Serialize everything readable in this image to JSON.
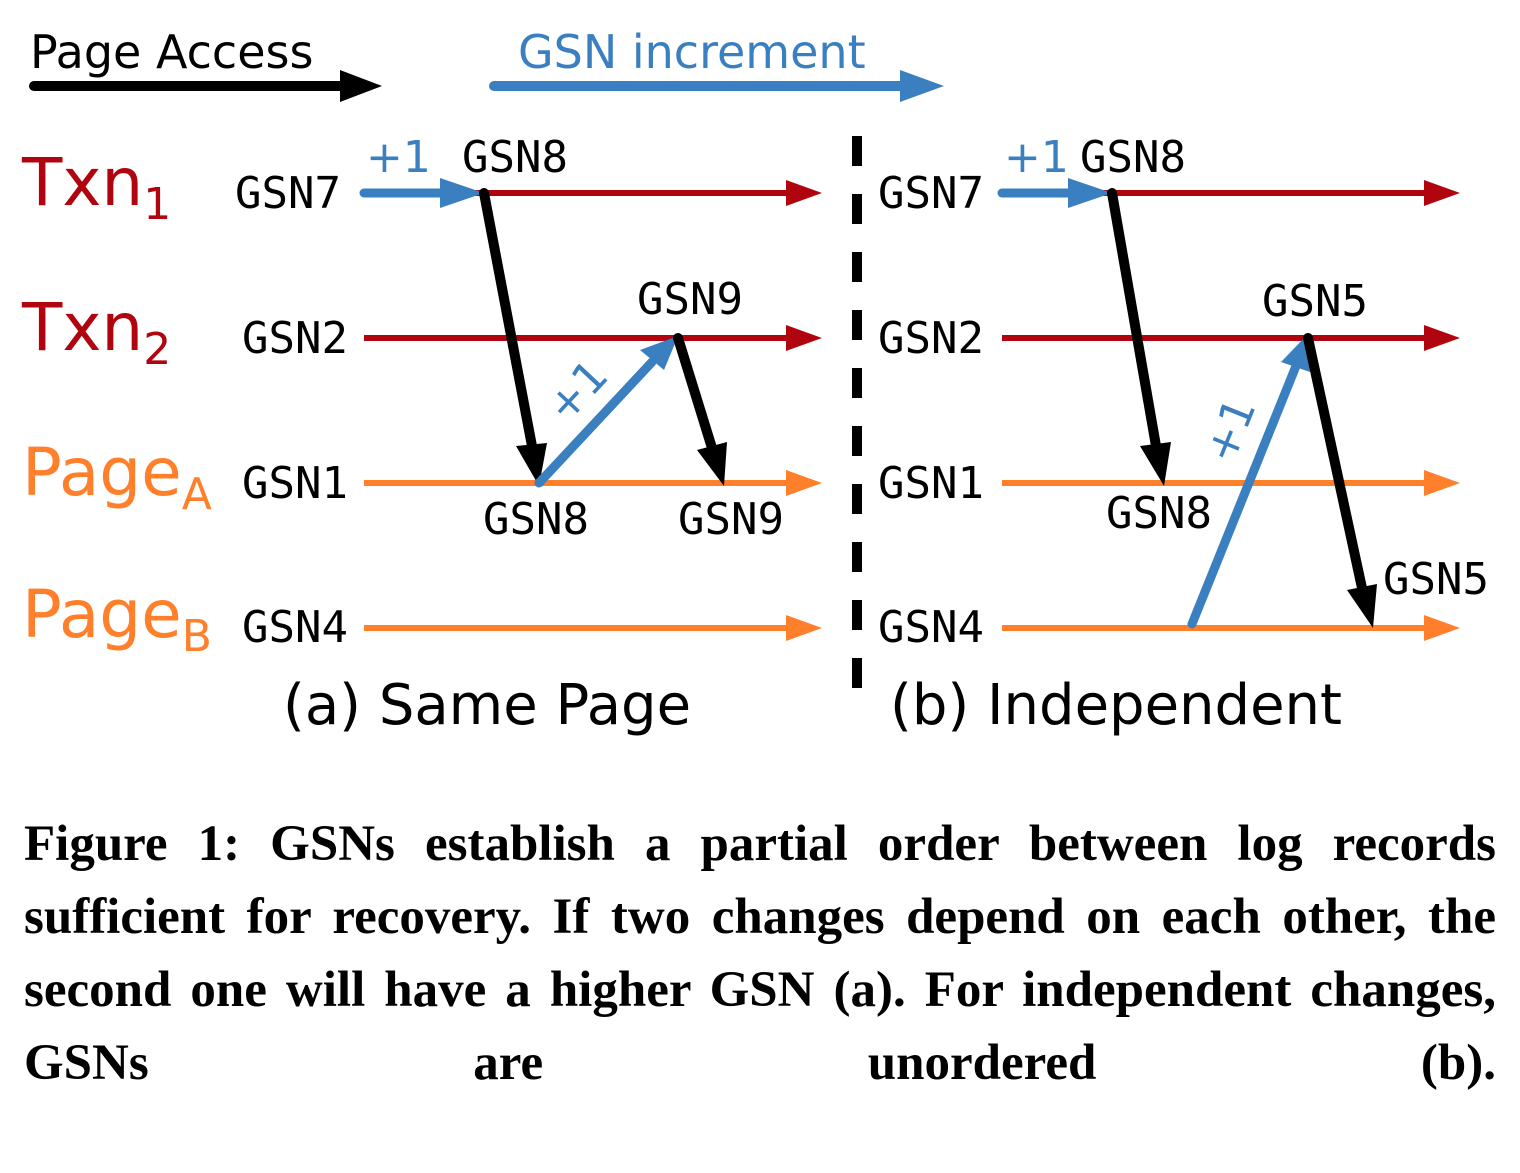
{
  "legend": {
    "page_access": "Page Access",
    "gsn_increment": "GSN increment"
  },
  "colors": {
    "page_access": "#000000",
    "gsn_increment": "#3a7fbf",
    "txn": "#b0040f",
    "page": "#ff7f2a"
  },
  "row_labels": {
    "txn1": "Txn",
    "txn1_sub": "1",
    "txn2": "Txn",
    "txn2_sub": "2",
    "pageA": "Page",
    "pageA_sub": "A",
    "pageB": "Page",
    "pageB_sub": "B"
  },
  "panel_a": {
    "title": "(a) Same Page",
    "txn1_start": "GSN7",
    "txn2_start": "GSN2",
    "pageA_start": "GSN1",
    "pageB_start": "GSN4",
    "inc1_label": "+1",
    "inc1_result": "GSN8",
    "inc2_label": "+1",
    "inc2_result": "GSN9",
    "pageA_write1": "GSN8",
    "pageA_write2": "GSN9"
  },
  "panel_b": {
    "title": "(b) Independent",
    "txn1_start": "GSN7",
    "txn2_start": "GSN2",
    "pageA_start": "GSN1",
    "pageB_start": "GSN4",
    "inc1_label": "+1",
    "inc1_result": "GSN8",
    "inc2_label": "+1",
    "inc2_result": "GSN5",
    "pageA_write": "GSN8",
    "pageB_write": "GSN5"
  },
  "caption": "Figure 1: GSNs establish a partial order between log records sufficient for recovery. If two changes depend on each other, the second one will have a higher GSN (a). For independent changes, GSNs are unordered (b)."
}
